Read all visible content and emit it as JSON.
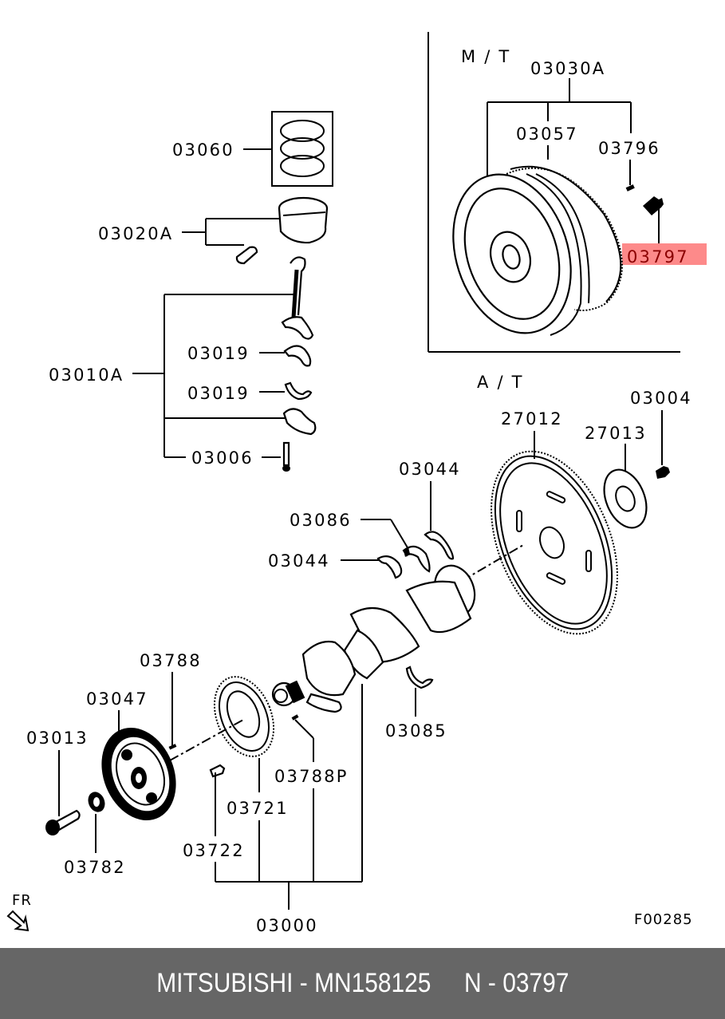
{
  "diagram": {
    "section_labels": {
      "mt": "M / T",
      "at": "A / T"
    },
    "highlight": {
      "part": "03797",
      "box_color": "#fd8a8a",
      "text_color": "#8b0000"
    },
    "parts": {
      "p03030A": "03030A",
      "p03057": "03057",
      "p03796": "03796",
      "p03797": "03797",
      "p03060": "03060",
      "p03020A": "03020A",
      "p03010A": "03010A",
      "p03019a": "03019",
      "p03019b": "03019",
      "p03006": "03006",
      "p03004": "03004",
      "p27012": "27012",
      "p27013": "27013",
      "p03044a": "03044",
      "p03086": "03086",
      "p03044b": "03044",
      "p03788": "03788",
      "p03047": "03047",
      "p03013": "03013",
      "p03782": "03782",
      "p03788P": "03788P",
      "p03721": "03721",
      "p03722": "03722",
      "p03085": "03085",
      "p03000": "03000"
    },
    "direction_label": "FR",
    "figure_id": "F00285"
  },
  "footer": {
    "text": "MITSUBISHI - MN158125     N - 03797",
    "brand": "MITSUBISHI",
    "part_number": "MN158125",
    "reference": "N - 03797"
  }
}
